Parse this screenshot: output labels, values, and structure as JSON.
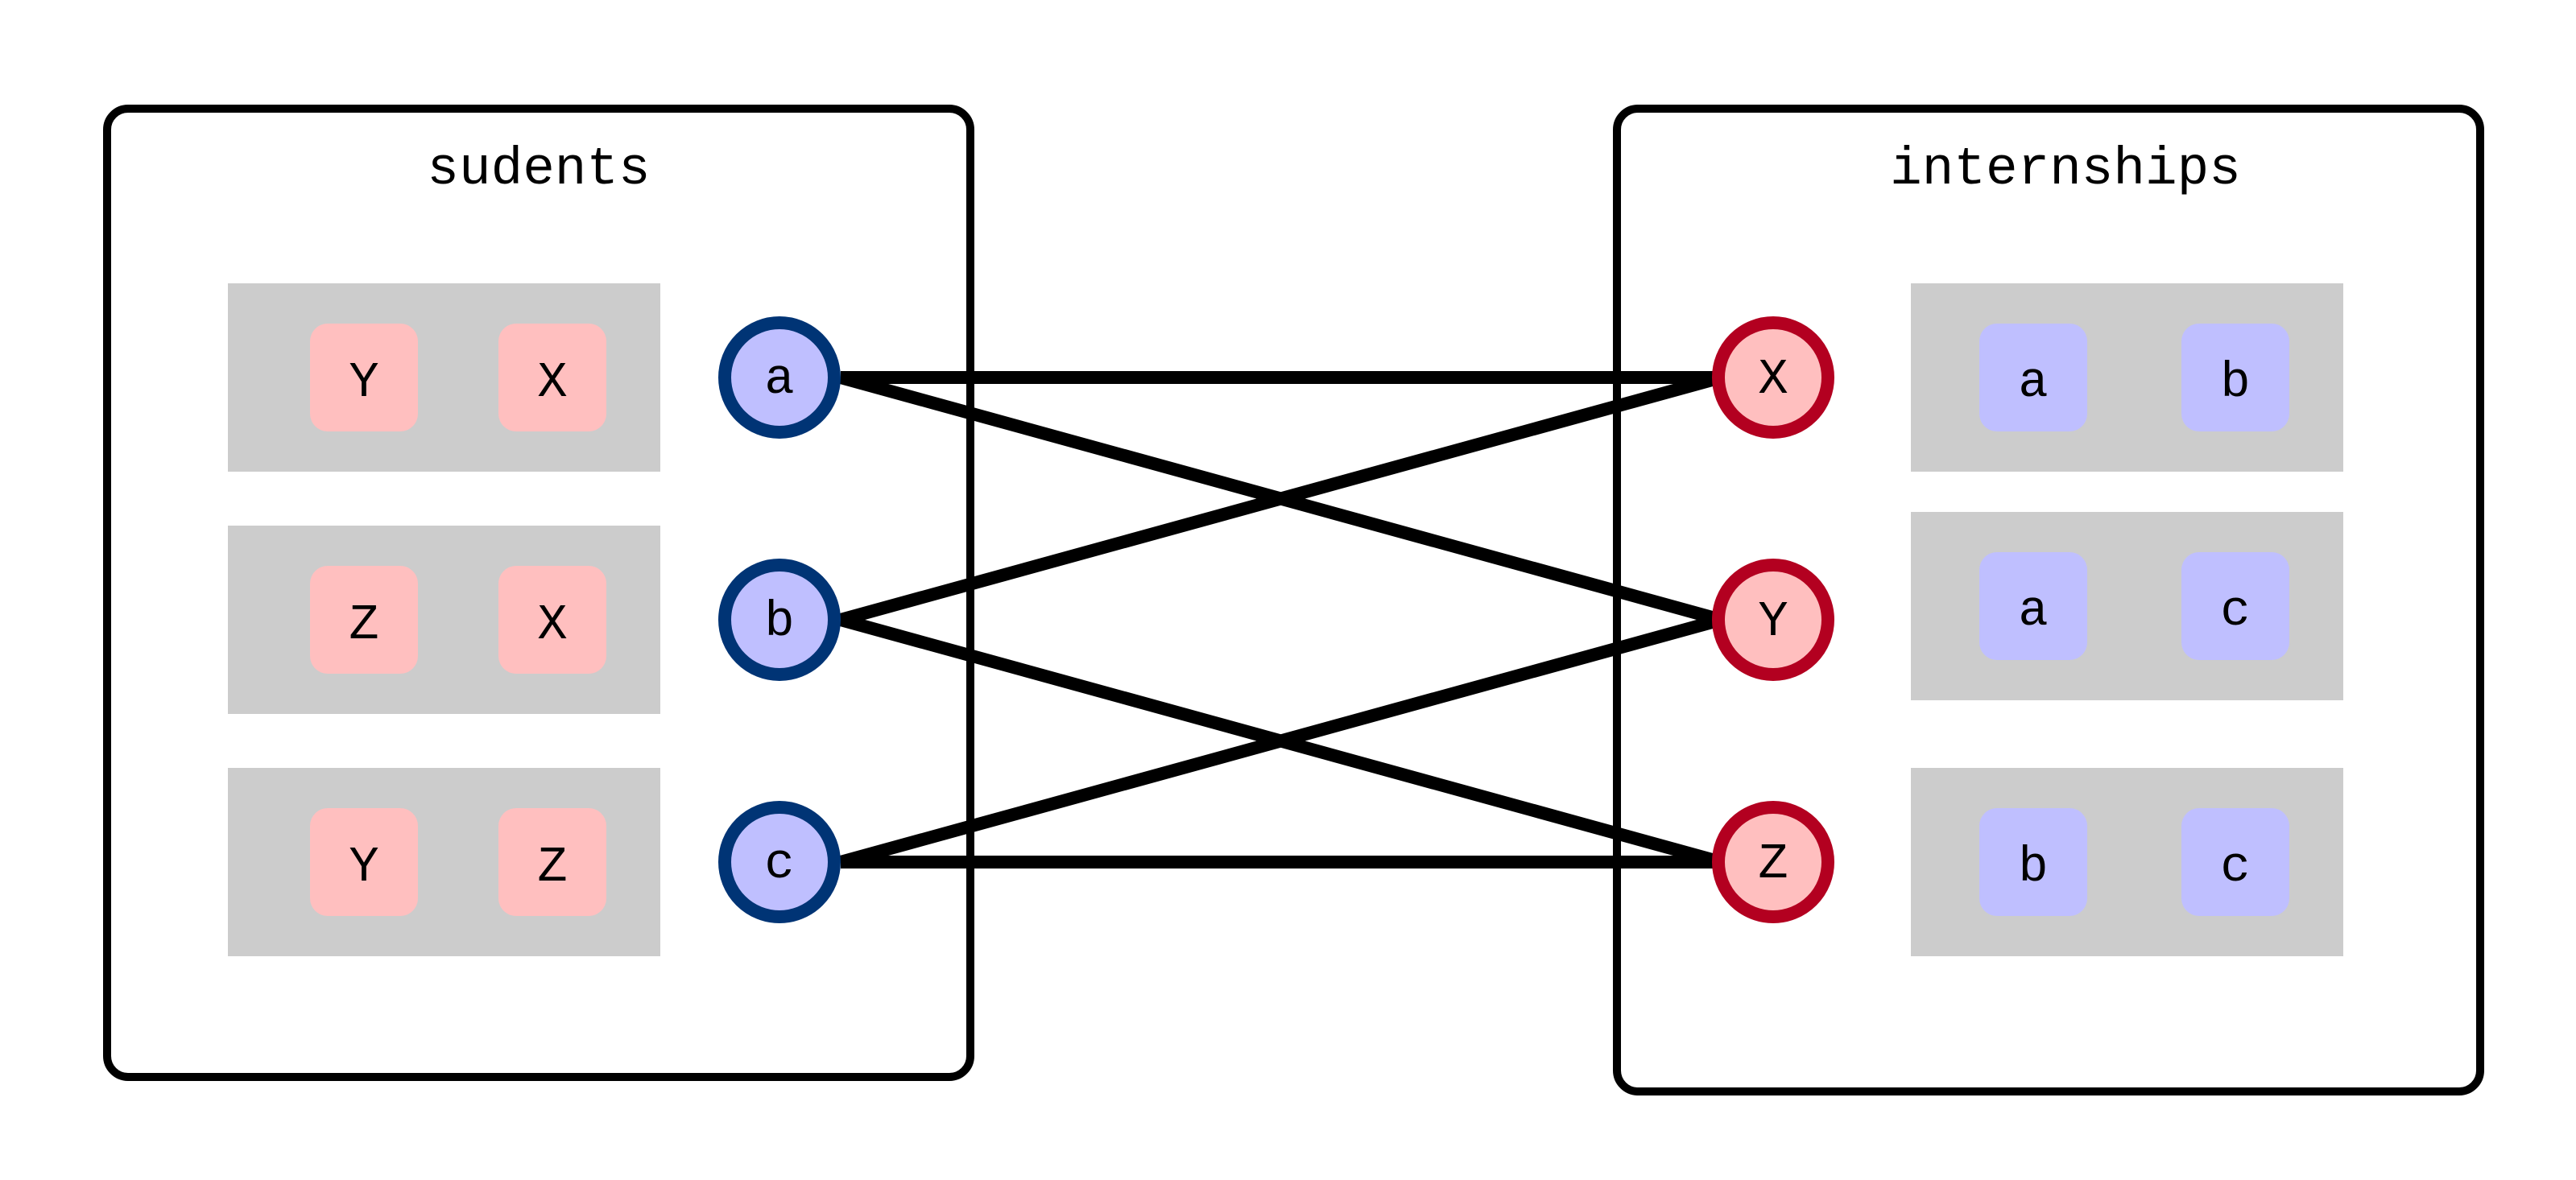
{
  "students": {
    "title": "sudents",
    "nodes": [
      {
        "label": "a",
        "prefs": [
          "Y",
          "X"
        ]
      },
      {
        "label": "b",
        "prefs": [
          "Z",
          "X"
        ]
      },
      {
        "label": "c",
        "prefs": [
          "Y",
          "Z"
        ]
      }
    ]
  },
  "internships": {
    "title": "internships",
    "nodes": [
      {
        "label": "X",
        "prefs": [
          "a",
          "b"
        ]
      },
      {
        "label": "Y",
        "prefs": [
          "a",
          "c"
        ]
      },
      {
        "label": "Z",
        "prefs": [
          "b",
          "c"
        ]
      }
    ]
  },
  "edges": [
    {
      "from": "a",
      "to": "X"
    },
    {
      "from": "a",
      "to": "Y"
    },
    {
      "from": "b",
      "to": "X"
    },
    {
      "from": "b",
      "to": "Z"
    },
    {
      "from": "c",
      "to": "Y"
    },
    {
      "from": "c",
      "to": "Z"
    }
  ],
  "colors": {
    "student_border": "#003475",
    "student_fill": "#bfbfff",
    "internship_border": "#b30020",
    "internship_fill": "#ffbfbf",
    "pref_box": "#cccccc"
  }
}
